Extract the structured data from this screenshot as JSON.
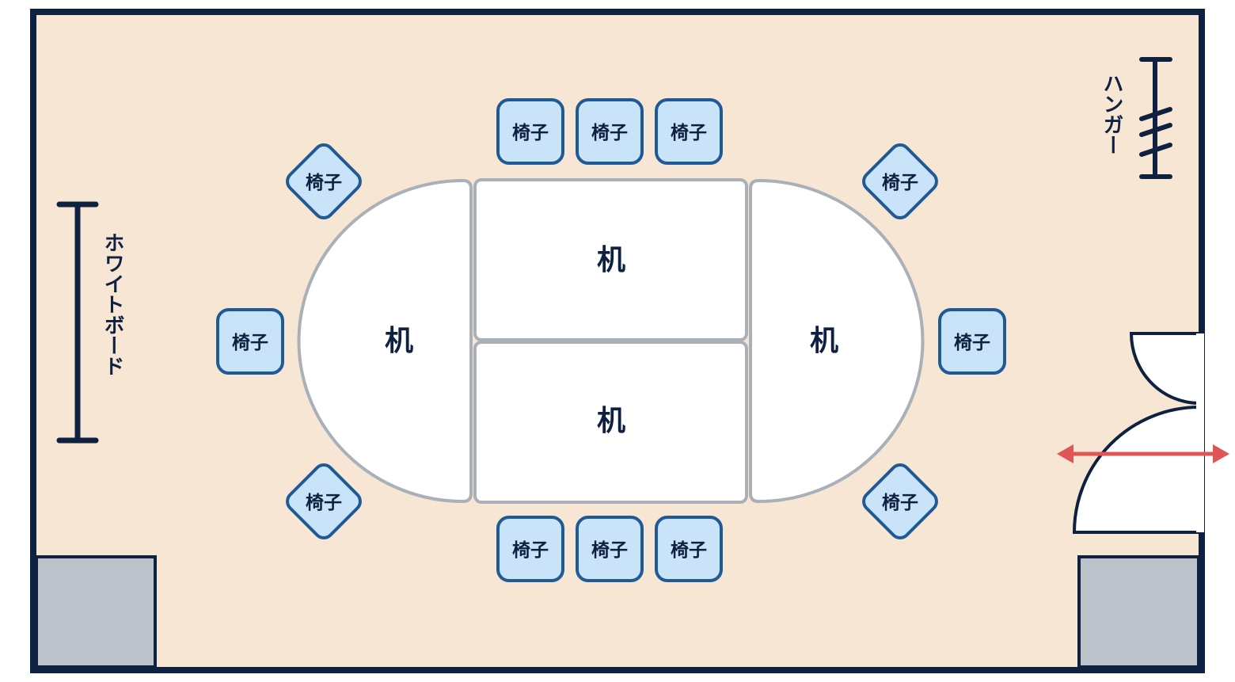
{
  "labels": {
    "whiteboard": "ホワイトボード",
    "hanger": "ハンガー",
    "desk": "机",
    "chair": "椅子"
  },
  "desks": [
    "机",
    "机",
    "机",
    "机"
  ],
  "chairs": [
    "椅子",
    "椅子",
    "椅子",
    "椅子",
    "椅子",
    "椅子",
    "椅子",
    "椅子",
    "椅子",
    "椅子",
    "椅子",
    "椅子"
  ],
  "colors": {
    "floor": "#f8e6d5",
    "wall": "#0f2140",
    "desk_fill": "#ffffff",
    "desk_stroke": "#a9b0b8",
    "chair_fill": "#c9e3f8",
    "chair_stroke": "#1f5a94",
    "pillar": "#bbc2c9",
    "arrow": "#e05555"
  },
  "icons": {
    "door": "door-swing-icon",
    "arrow": "double-arrow-icon",
    "whiteboard": "whiteboard-symbol",
    "hanger": "hanger-symbol"
  }
}
